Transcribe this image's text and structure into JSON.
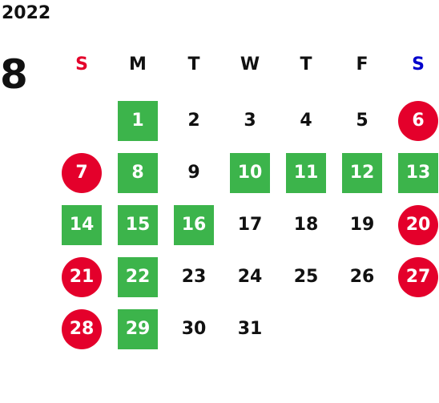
{
  "calendar": {
    "year": "2022",
    "month": "8",
    "weekdays": [
      {
        "label": "S",
        "color": "#e4002b"
      },
      {
        "label": "M",
        "color": "#111111"
      },
      {
        "label": "T",
        "color": "#111111"
      },
      {
        "label": "W",
        "color": "#111111"
      },
      {
        "label": "T",
        "color": "#111111"
      },
      {
        "label": "F",
        "color": "#111111"
      },
      {
        "label": "S",
        "color": "#0000cc"
      }
    ],
    "colors": {
      "highlight_green": "#3cb44b",
      "holiday_red": "#e4002b"
    },
    "days": [
      {
        "day": "1",
        "style": "green"
      },
      {
        "day": "2",
        "style": "plain"
      },
      {
        "day": "3",
        "style": "plain"
      },
      {
        "day": "4",
        "style": "plain"
      },
      {
        "day": "5",
        "style": "plain"
      },
      {
        "day": "6",
        "style": "red"
      },
      {
        "day": "7",
        "style": "red"
      },
      {
        "day": "8",
        "style": "green"
      },
      {
        "day": "9",
        "style": "plain"
      },
      {
        "day": "10",
        "style": "green"
      },
      {
        "day": "11",
        "style": "green"
      },
      {
        "day": "12",
        "style": "green"
      },
      {
        "day": "13",
        "style": "green"
      },
      {
        "day": "14",
        "style": "green"
      },
      {
        "day": "15",
        "style": "green"
      },
      {
        "day": "16",
        "style": "green"
      },
      {
        "day": "17",
        "style": "plain"
      },
      {
        "day": "18",
        "style": "plain"
      },
      {
        "day": "19",
        "style": "plain"
      },
      {
        "day": "20",
        "style": "red"
      },
      {
        "day": "21",
        "style": "red"
      },
      {
        "day": "22",
        "style": "green"
      },
      {
        "day": "23",
        "style": "plain"
      },
      {
        "day": "24",
        "style": "plain"
      },
      {
        "day": "25",
        "style": "plain"
      },
      {
        "day": "26",
        "style": "plain"
      },
      {
        "day": "27",
        "style": "red"
      },
      {
        "day": "28",
        "style": "red"
      },
      {
        "day": "29",
        "style": "green"
      },
      {
        "day": "30",
        "style": "plain"
      },
      {
        "day": "31",
        "style": "plain"
      }
    ]
  }
}
